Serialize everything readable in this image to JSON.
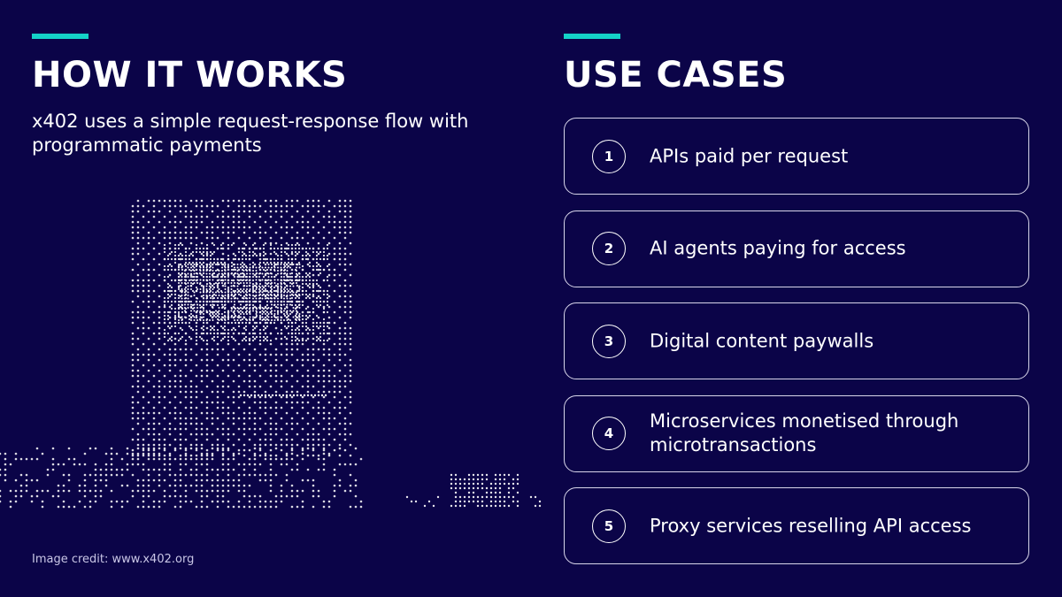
{
  "left": {
    "heading": "HOW IT WORKS",
    "subtitle": "x402 uses a simple request-response flow with programmatic payments",
    "illustration_icon": "pixel-computer-illustration",
    "credit": "Image credit: www.x402.org"
  },
  "right": {
    "heading": "USE CASES",
    "cases": [
      {
        "number": "1",
        "text": "APIs paid per request"
      },
      {
        "number": "2",
        "text": "AI agents paying for access"
      },
      {
        "number": "3",
        "text": "Digital content paywalls"
      },
      {
        "number": "4",
        "text": "Microservices monetised through microtransactions"
      },
      {
        "number": "5",
        "text": "Proxy services reselling API access"
      }
    ]
  },
  "colors": {
    "background": "#0b0448",
    "accent": "#14d2c8",
    "text": "#ffffff",
    "card_border": "#d8d6ea"
  }
}
